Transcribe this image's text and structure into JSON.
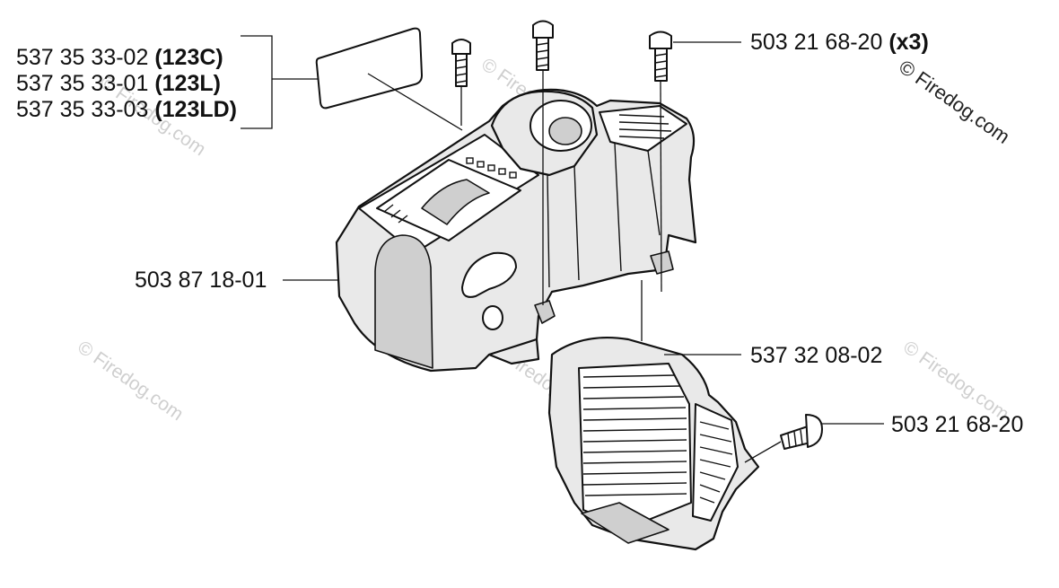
{
  "labels": {
    "decal_1_part": "537 35 33-02",
    "decal_1_model": "(123C)",
    "decal_2_part": "537 35 33-01",
    "decal_2_model": "(123L)",
    "decal_3_part": "537 35 33-03",
    "decal_3_model": "(123LD)",
    "screw_top_part": "503 21 68-20",
    "screw_top_qty": "(x3)",
    "cover_part": "503 87 18-01",
    "guard_part": "537 32 08-02",
    "screw_side_part": "503 21 68-20"
  },
  "watermarks": {
    "main": "© Firedog.com",
    "faint": "© Firedog.com"
  },
  "colors": {
    "line": "#111111",
    "fill_light": "#e9e9e9",
    "fill_shadow": "#cfcfcf",
    "watermark": "#cfcfcf"
  }
}
